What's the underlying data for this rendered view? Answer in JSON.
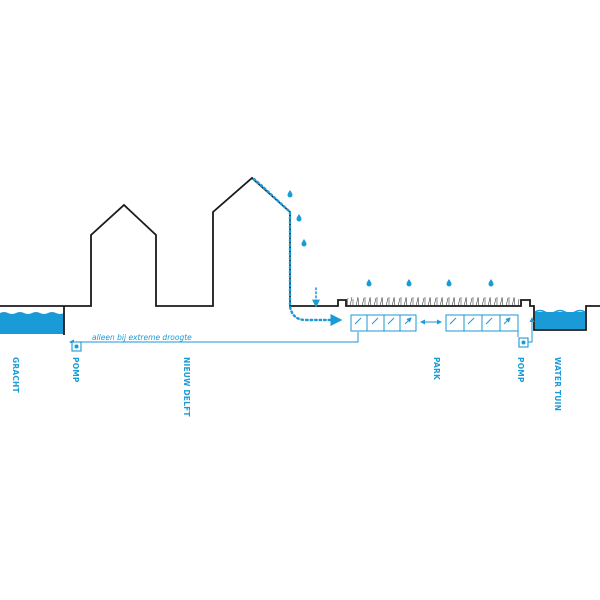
{
  "labels": {
    "gracht": "GRACHT",
    "pomp_left": "POMP",
    "nieuw_delft": "NIEUW DELFT",
    "park": "PARK",
    "pomp_right": "POMP",
    "water_tuin": "WATER TUIN"
  },
  "note": "alleen bij extreme droogte",
  "colors": {
    "water": "#1a9ad6",
    "line": "#1a1a1a",
    "background": "#ffffff"
  }
}
